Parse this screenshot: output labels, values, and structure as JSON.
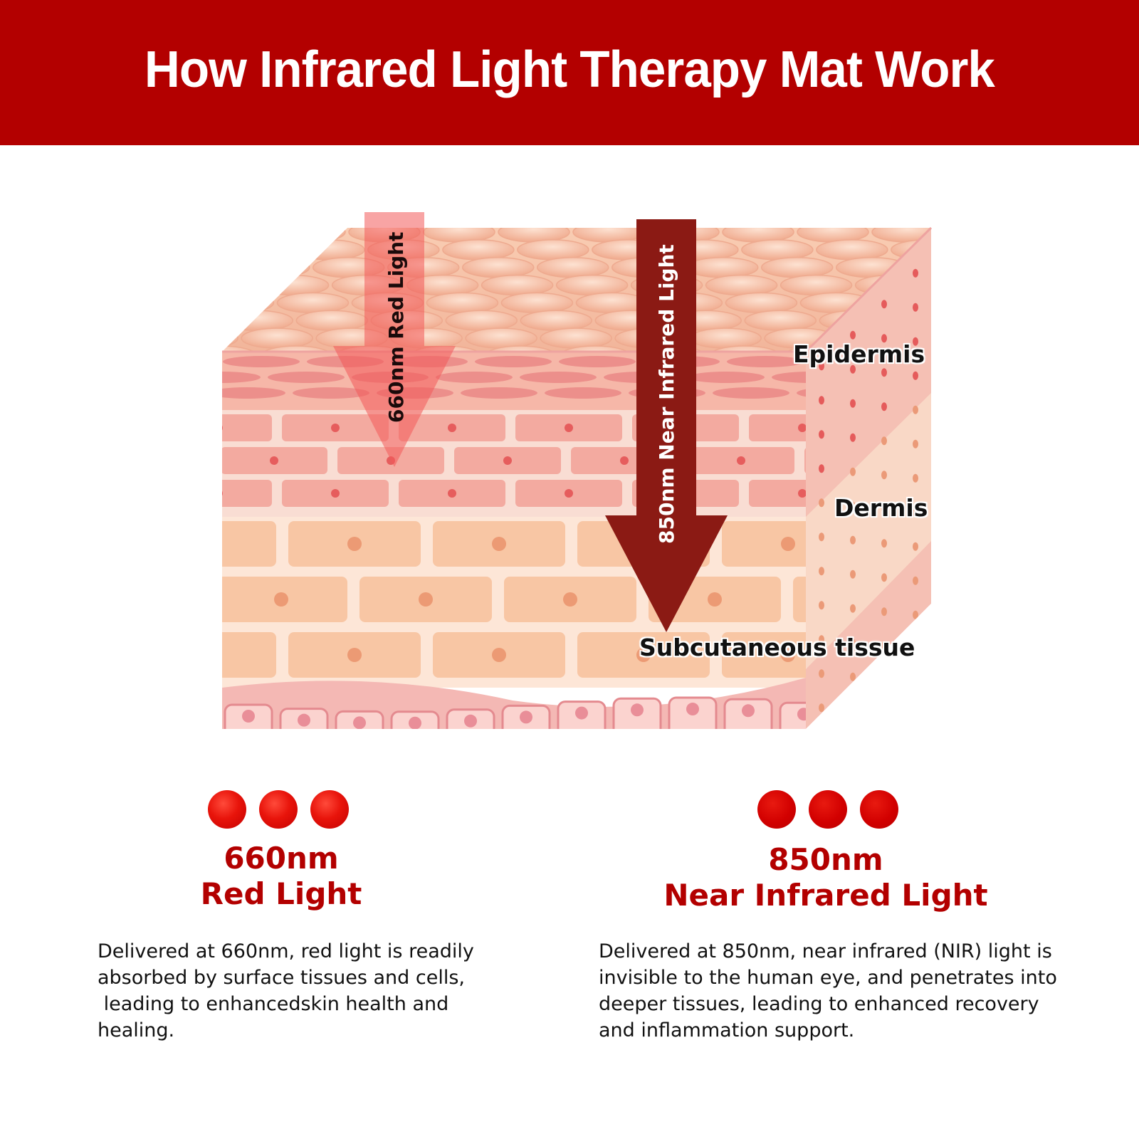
{
  "header": {
    "title": "How Infrared Light Therapy Mat Work"
  },
  "diagram": {
    "labels": {
      "epidermis": "Epidermis",
      "dermis": "Dermis",
      "subcutaneous": "Subcutaneous tissue"
    },
    "arrows": {
      "red": {
        "label": "660nm Red Light",
        "color": "#f05a5a"
      },
      "nir": {
        "label": "850nm Near Infrared Light",
        "color": "#8b1a14"
      }
    }
  },
  "left": {
    "wavelength": "660nm",
    "name": "Red Light",
    "description": [
      "Delivered at 660nm, red light is readily",
      "absorbed by surface tissues and cells,",
      " leading to enhancedskin health and",
      "healing."
    ]
  },
  "right": {
    "wavelength": "850nm",
    "name": "Near Infrared Light",
    "description": [
      "Delivered at 850nm, near infrared (NIR) light is",
      "invisible to the human eye, and penetrates into",
      "deeper tissues, leading to enhanced recovery",
      "and inflammation support."
    ]
  },
  "colors": {
    "brand_red": "#b30000",
    "heading_red": "#b30000"
  }
}
